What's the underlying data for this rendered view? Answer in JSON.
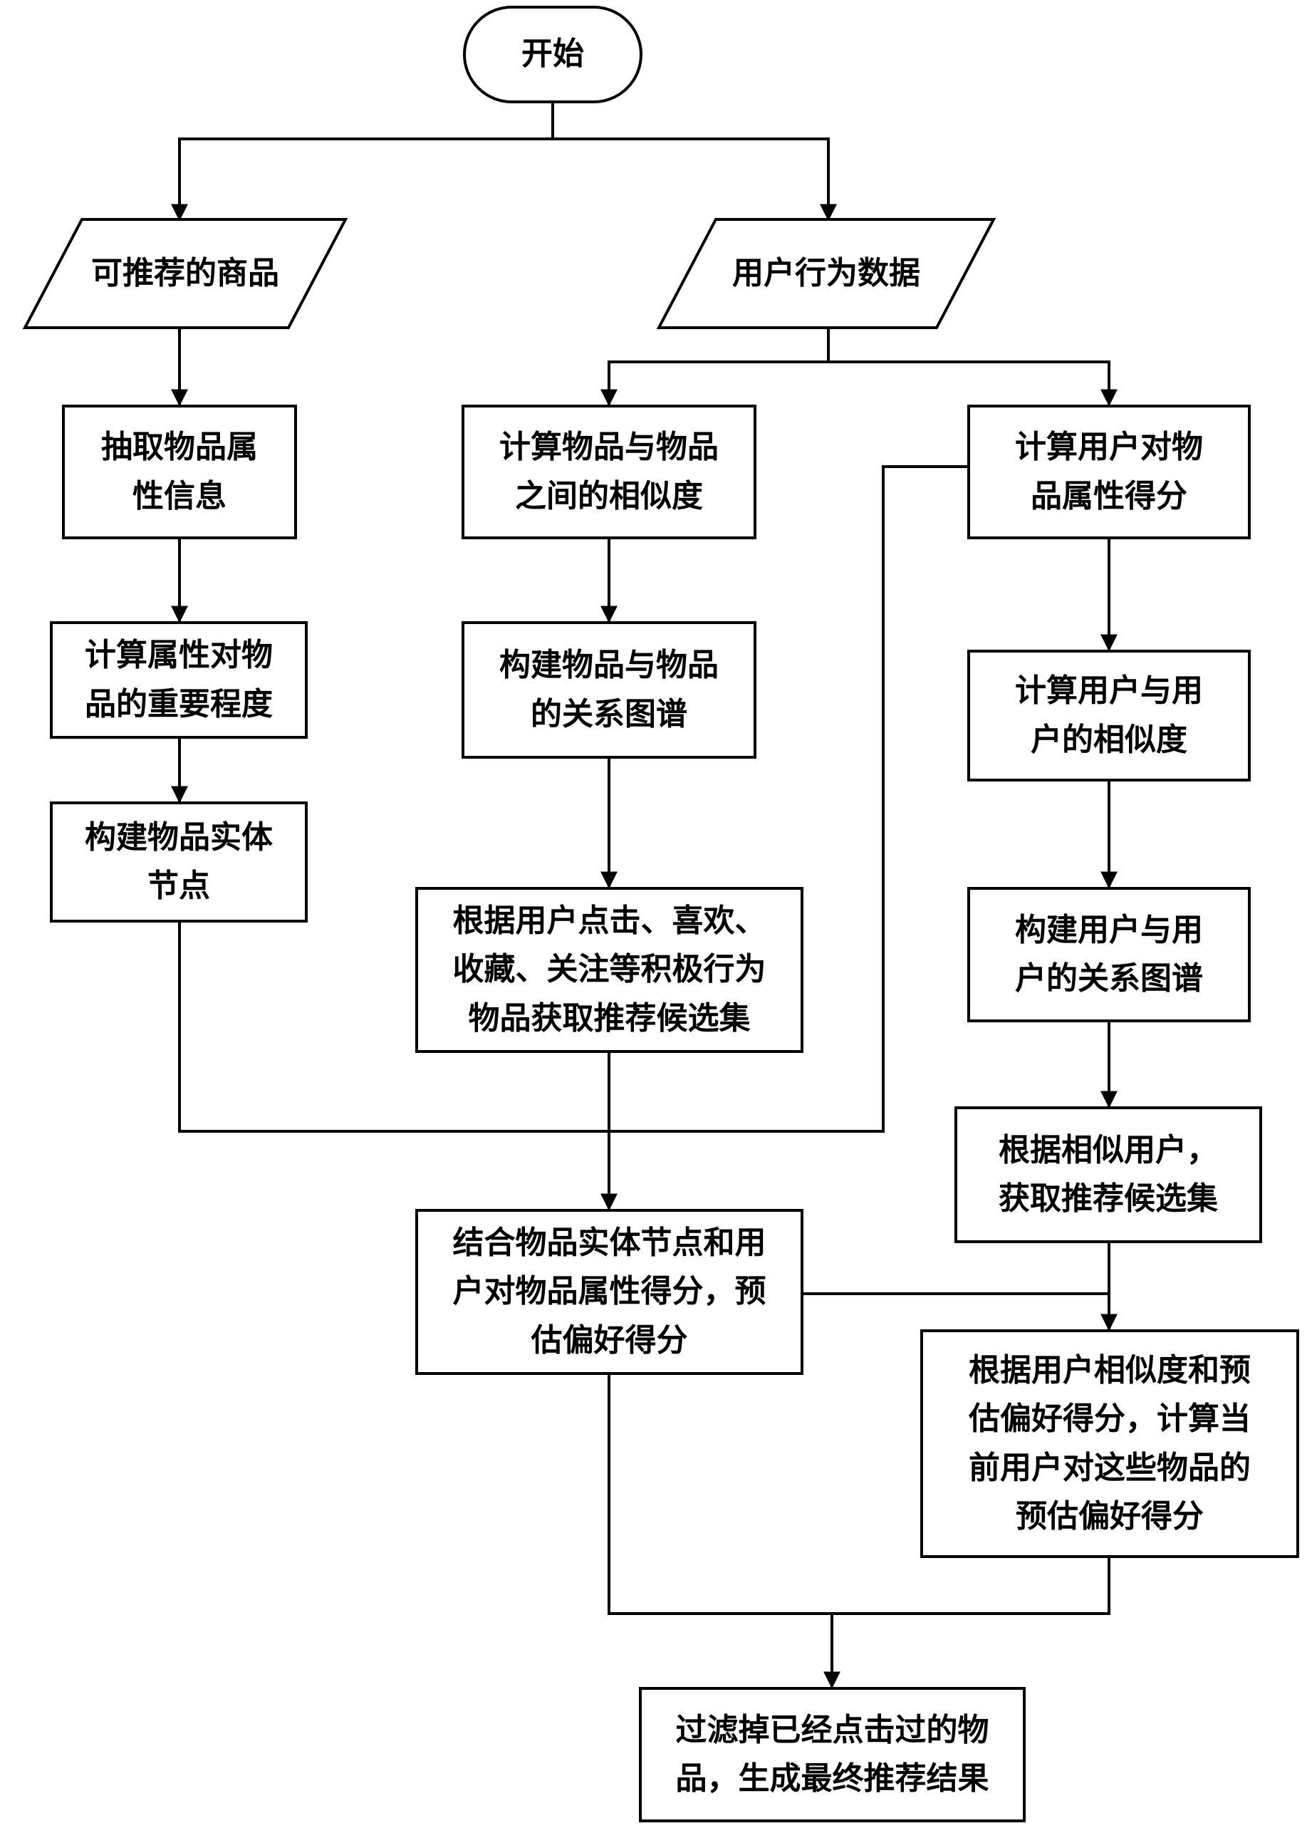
{
  "nodes": {
    "start": "开始",
    "goods": "可推荐的商品",
    "behavior": "用户行为数据",
    "extract": "抽取物品属\n性信息",
    "item_sim": "计算物品与物品\n之间的相似度",
    "user_attr": "计算用户对物\n品属性得分",
    "attr_importance": "计算属性对物\n品的重要程度",
    "item_graph": "构建物品与物品\n的关系图谱",
    "user_sim": "计算用户与用\n户的相似度",
    "entity_node": "构建物品实体\n节点",
    "candidate_positive": "根据用户点击、喜欢、\n收藏、关注等积极行为\n物品获取推荐候选集",
    "user_graph": "构建用户与用\n户的关系图谱",
    "candidate_similar": "根据相似用户，\n获取推荐候选集",
    "estimate": "结合物品实体节点和用\n户对物品属性得分，预\n估偏好得分",
    "compute_current": "根据用户相似度和预\n估偏好得分，计算当\n前用户对这些物品的\n预估偏好得分",
    "final": "过滤掉已经点击过的物\n品，生成最终推荐结果"
  }
}
